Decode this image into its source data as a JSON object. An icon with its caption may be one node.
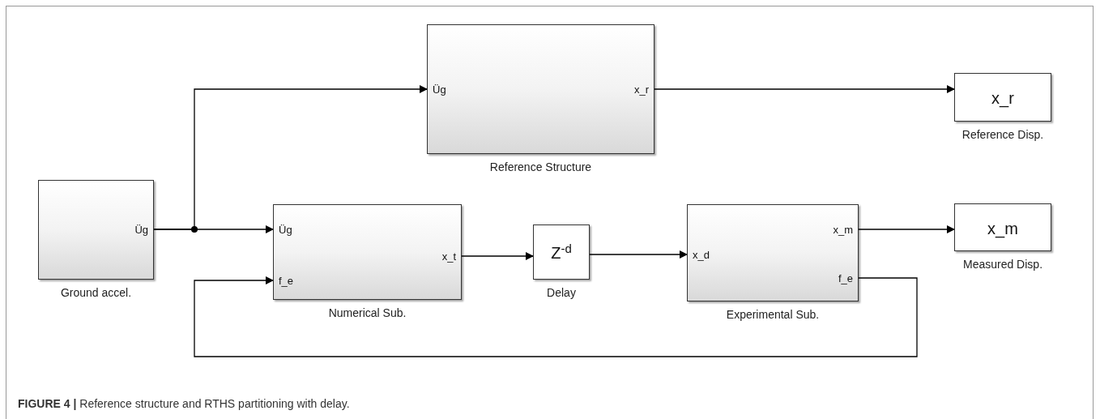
{
  "diagram": {
    "caption": "**FIGURE 4 |** Reference structure and RTHS partitioning with delay.",
    "nodes": [
      {
        "text": [
          "Üg"
        ],
        "beside": [
          "Ground accel."
        ]
      },
      {
        "text": [
          "Üg",
          "x_r"
        ],
        "beside": [
          "Reference Structure"
        ]
      },
      {
        "text": [
          "x_r"
        ],
        "beside": [
          "Reference Disp."
        ]
      },
      {
        "text": [
          "Üg",
          "x_t",
          "f_e"
        ],
        "beside": [
          "Numerical Sub."
        ]
      },
      {
        "text": [
          "Z$^{-d}$"
        ],
        "beside": [
          "Delay"
        ]
      },
      {
        "text": [
          "x_m",
          "x_d",
          "f_e"
        ],
        "beside": [
          "Experimental Sub."
        ]
      },
      {
        "text": [
          "x_m"
        ],
        "beside": [
          "Measured Disp."
        ]
      }
    ],
    "edges": [
      {
        "from": 0,
        "to": 1,
        "arrow": "to"
      },
      {
        "from": 0,
        "to": 3,
        "arrow": "to"
      },
      {
        "from": 1,
        "to": 2,
        "arrow": "to"
      },
      {
        "from": 3,
        "to": 4,
        "arrow": "to"
      },
      {
        "from": 4,
        "to": 5,
        "arrow": "to"
      },
      {
        "from": 5,
        "to": 6,
        "arrow": "to"
      },
      {
        "from": 5,
        "to": 3,
        "arrow": "to"
      }
    ]
  }
}
